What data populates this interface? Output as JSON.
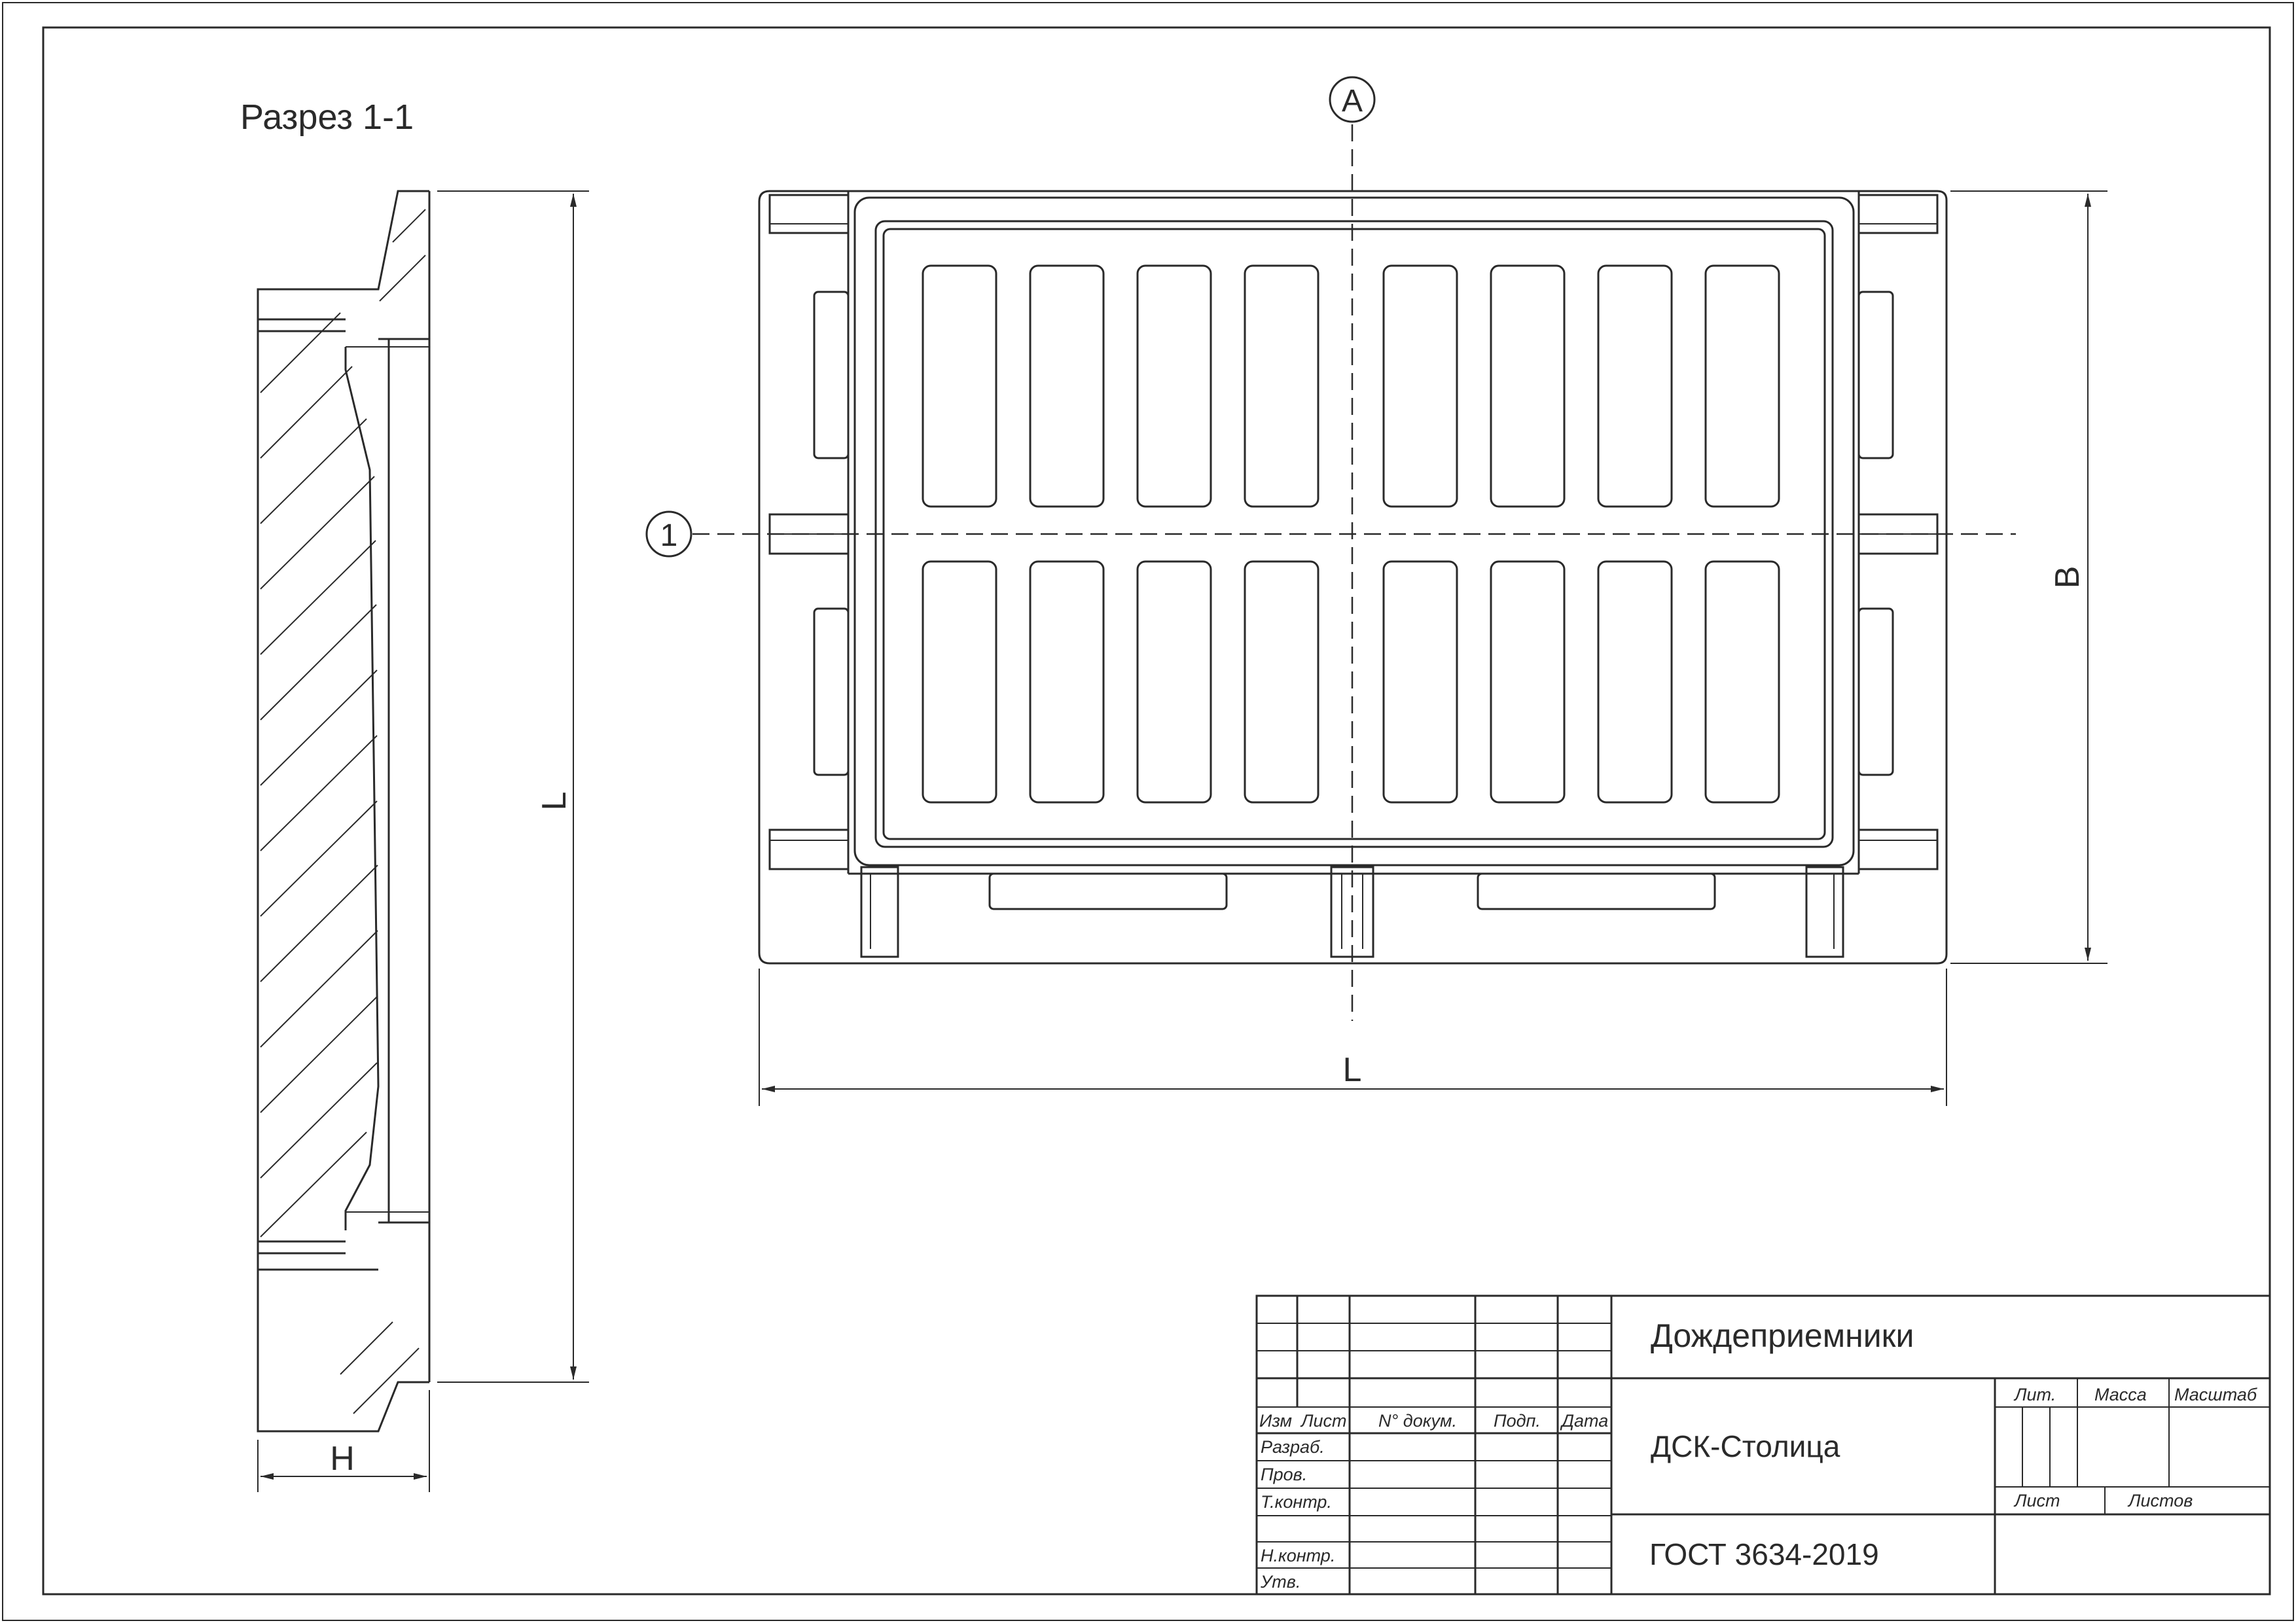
{
  "section_title": "Разрез 1-1",
  "axis_markers": {
    "axis_a": "A",
    "axis_1": "1"
  },
  "dimensions": {
    "section_length": "L",
    "section_height": "H",
    "plan_length": "L",
    "plan_width": "B"
  },
  "plan": {
    "slot_columns": 8,
    "slot_rows": 2
  },
  "title_block": {
    "product_name": "Дождеприемники",
    "company": "ДСК-Столица",
    "standard": "ГОСТ 3634-2019",
    "columns": {
      "izm": "Изм",
      "list": "Лист",
      "doc_no": "N° докум.",
      "sign": "Подп.",
      "date": "Дата"
    },
    "rows": {
      "developed": "Разраб.",
      "checked": "Пров.",
      "tech_control": "Т.контр.",
      "norm_control": "Н.контр.",
      "approved": "Утв."
    },
    "info": {
      "lit": "Лит.",
      "mass": "Масса",
      "scale": "Масштаб",
      "sheet": "Лист",
      "sheets": "Листов"
    }
  }
}
